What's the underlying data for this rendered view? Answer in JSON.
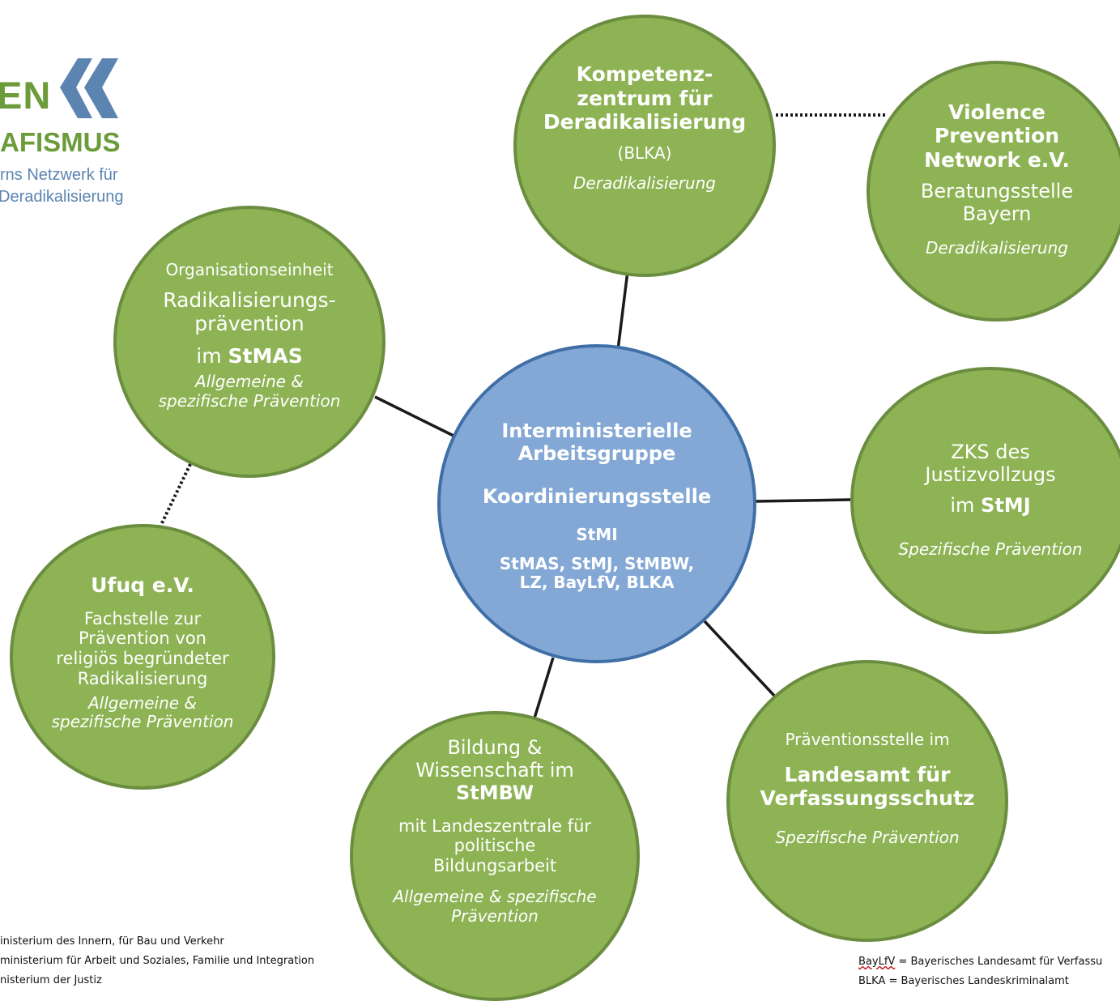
{
  "logo": {
    "line1": "EN",
    "line2": "AFISMUS",
    "line3": "rns Netzwerk für",
    "line4": "Deradikalisierung",
    "chevron_icon": "double-chevron-left-icon",
    "colors": {
      "green": "#6b9b3a",
      "blue": "#5b84b1"
    }
  },
  "nodes": {
    "center": {
      "line1": "Interministerielle",
      "line2": "Arbeitsgruppe",
      "line3": "Koordinierungsstelle",
      "line4": "StMI",
      "line5": "StMAS, StMJ, StMBW,",
      "line6": "LZ, BayLfV, BLKA"
    },
    "kompetenz": {
      "line1": "Kompetenz-",
      "line2": "zentrum für",
      "line3": "Deradikalisierung",
      "line4": "(BLKA)",
      "line5": "Deradikalisierung"
    },
    "violence": {
      "line1": "Violence",
      "line2": "Prevention",
      "line3": "Network e.V.",
      "line4": "Beratungsstelle",
      "line5": "Bayern",
      "line6": "Deradikalisierung"
    },
    "radikal": {
      "line1": "Organisationseinheit",
      "line2": "Radikalisierungs-",
      "line3": "prävention",
      "line4_prefix": "im",
      "line4_bold": "StMAS",
      "line5": "Allgemeine &",
      "line6": "spezifische Prävention"
    },
    "zks": {
      "line1": "ZKS des",
      "line2": "Justizvollzugs",
      "line3_prefix": "im",
      "line3_bold": "StMJ",
      "line4": "Spezifische Prävention"
    },
    "ufuq": {
      "line1": "Ufuq e.V.",
      "line2": "Fachstelle zur",
      "line3": "Prävention von",
      "line4": "religiös begründeter",
      "line5": "Radikalisierung",
      "line6": "Allgemeine &",
      "line7": "spezifische Prävention"
    },
    "bildung": {
      "line1": "Bildung &",
      "line2": "Wissenschaft im",
      "line3": "StMBW",
      "line4": "mit Landeszentrale für",
      "line5": "politische",
      "line6": "Bildungsarbeit",
      "line7": "Allgemeine & spezifische",
      "line8": "Prävention"
    },
    "lfv": {
      "line1": "Präventionsstelle im",
      "line2": "Landesamt für",
      "line3": "Verfassungsschutz",
      "line4": "Spezifische Prävention"
    }
  },
  "legend_left": [
    "inisterium des Innern, für Bau und Verkehr",
    "ministerium für Arbeit und Soziales, Familie und Integration",
    "nisterium der Justiz"
  ],
  "legend_right": {
    "line1_abbr": "BayLfV",
    "line1_rest": " = Bayerisches Landesamt für Verfassu",
    "line2": "BLKA = Bayerisches Landeskriminalamt"
  },
  "colors": {
    "node_green": "#8db354",
    "node_green_border": "#6b8d40",
    "center_blue": "#84a8d6",
    "center_blue_border": "#3f6fa6",
    "connector": "#1a1a1a"
  }
}
